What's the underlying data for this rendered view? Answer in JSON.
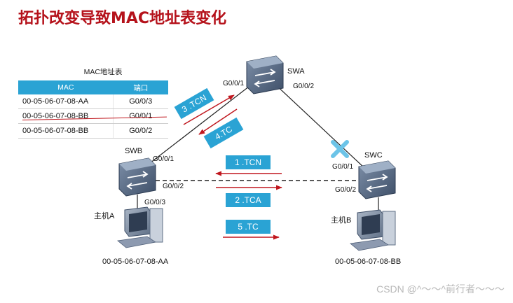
{
  "title": "拓扑改变导致MAC地址表变化",
  "mac_table": {
    "caption": "MAC地址表",
    "headers": [
      "MAC",
      "端口"
    ],
    "rows": [
      {
        "mac": "00-05-06-07-08-AA",
        "port": "G0/0/3",
        "struck": false
      },
      {
        "mac": "00-05-06-07-08-BB",
        "port": "G0/0/1",
        "struck": true
      },
      {
        "mac": "00-05-06-07-08-BB",
        "port": "G0/0/2",
        "struck": false
      }
    ]
  },
  "devices": {
    "swa": "SWA",
    "swb": "SWB",
    "swc": "SWC",
    "host_a": "主机A",
    "host_b": "主机B"
  },
  "ports": {
    "swa_g001": "G0/0/1",
    "swa_g002": "G0/0/2",
    "swb_g001": "G0/0/1",
    "swb_g002": "G0/0/2",
    "swb_g003": "G0/0/3",
    "swc_g001": "G0/0/1",
    "swc_g002": "G0/0/2"
  },
  "host_macs": {
    "host_a": "00-05-06-07-08-AA",
    "host_b": "00-05-06-07-08-BB"
  },
  "messages": {
    "tcn_3": "3 .TCN",
    "tc_4": "4.TC",
    "tcn_1": "1 .TCN",
    "tca_2": "2 .TCA",
    "tc_5": "5 .TC"
  },
  "watermark": "CSDN @^～～^前行者～～～",
  "colors": {
    "accent": "#2aa3d4",
    "title": "#b5121b",
    "arrow": "#c0171e"
  }
}
